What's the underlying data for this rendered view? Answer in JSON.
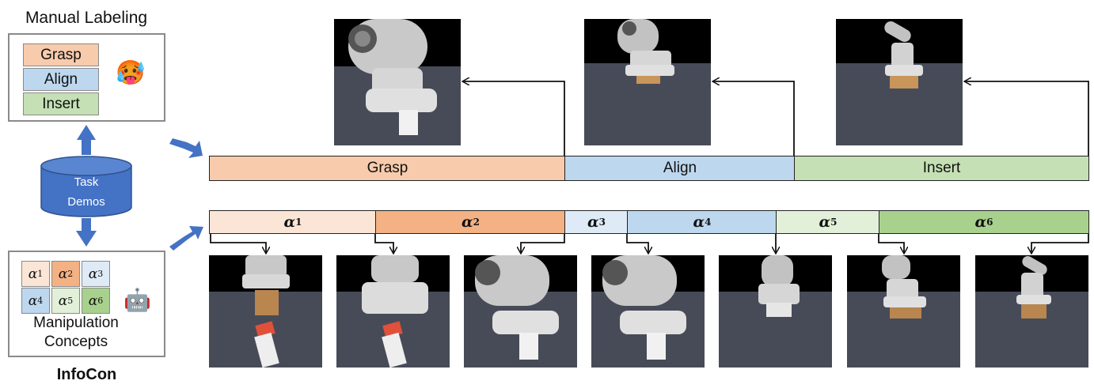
{
  "left_panel": {
    "manual_title": "Manual Labeling",
    "manual_labels": [
      "Grasp",
      "Align",
      "Insert"
    ],
    "database_label_1": "Task",
    "database_label_2": "Demos",
    "concept_symbols": [
      {
        "sym": "α",
        "sub": "1"
      },
      {
        "sym": "α",
        "sub": "2"
      },
      {
        "sym": "α",
        "sub": "3"
      },
      {
        "sym": "α",
        "sub": "4"
      },
      {
        "sym": "α",
        "sub": "5"
      },
      {
        "sym": "α",
        "sub": "6"
      }
    ],
    "concepts_label_1": "Manipulation",
    "concepts_label_2": "Concepts",
    "method_name": "InfoCon",
    "hot_face_emoji": "🥵",
    "robot_emoji": "🤖"
  },
  "manual_timeline": [
    "Grasp",
    "Align",
    "Insert"
  ],
  "concept_timeline": [
    {
      "sym": "α",
      "sub": "1"
    },
    {
      "sym": "α",
      "sub": "2"
    },
    {
      "sym": "α",
      "sub": "3"
    },
    {
      "sym": "α",
      "sub": "4"
    },
    {
      "sym": "α",
      "sub": "5"
    },
    {
      "sym": "α",
      "sub": "6"
    }
  ],
  "colors": {
    "grasp": "#f7cbac",
    "align": "#bdd7ee",
    "insert": "#c5e0b4",
    "alpha1": "#fbe5d6",
    "alpha2": "#f4b183",
    "alpha3": "#deebf7",
    "alpha4": "#bdd7ee",
    "alpha5": "#e2f0d9",
    "alpha6": "#a9d18e",
    "arrow_blue": "#4472c4",
    "database_blue": "#4472c4"
  }
}
